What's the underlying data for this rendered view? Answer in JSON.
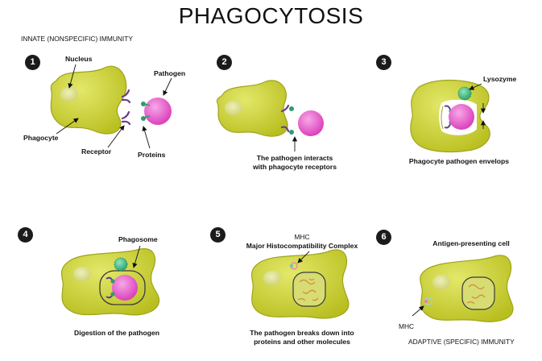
{
  "title": "PHAGOCYTOSIS",
  "subtitle_innate": "INNATE (NONSPECIFIC) IMMUNITY",
  "subtitle_adaptive": "ADAPTIVE (SPECIFIC) IMMUNITY",
  "colors": {
    "cell_fill": "#c9cf2a",
    "cell_edge": "#9ea41a",
    "nucleus": "#dfe08e",
    "pathogen": "#e04fc4",
    "receptor": "#6a3b8e",
    "protein": "#2f9b6e",
    "lysozyme": "#3fc189",
    "number_badge": "#1b1b1b"
  },
  "steps": [
    {
      "number": "1",
      "labels": {
        "nucleus": "Nucleus",
        "pathogen": "Pathogen",
        "phagocyte": "Phagocyte",
        "receptor": "Receptor",
        "proteins": "Proteins"
      }
    },
    {
      "number": "2",
      "caption_line1": "The pathogen interacts",
      "caption_line2": "with phagocyte receptors"
    },
    {
      "number": "3",
      "lysozyme": "Lysozyme",
      "caption": "Phagocyte pathogen envelops"
    },
    {
      "number": "4",
      "phagosome": "Phagosome",
      "caption": "Digestion of the pathogen"
    },
    {
      "number": "5",
      "mhc": "MHC",
      "mhc_full": "Major Histocompatibility Complex",
      "caption_line1": "The pathogen breaks down into",
      "caption_line2": "proteins and other molecules"
    },
    {
      "number": "6",
      "heading": "Antigen-presenting cell",
      "mhc": "MHC"
    }
  ]
}
